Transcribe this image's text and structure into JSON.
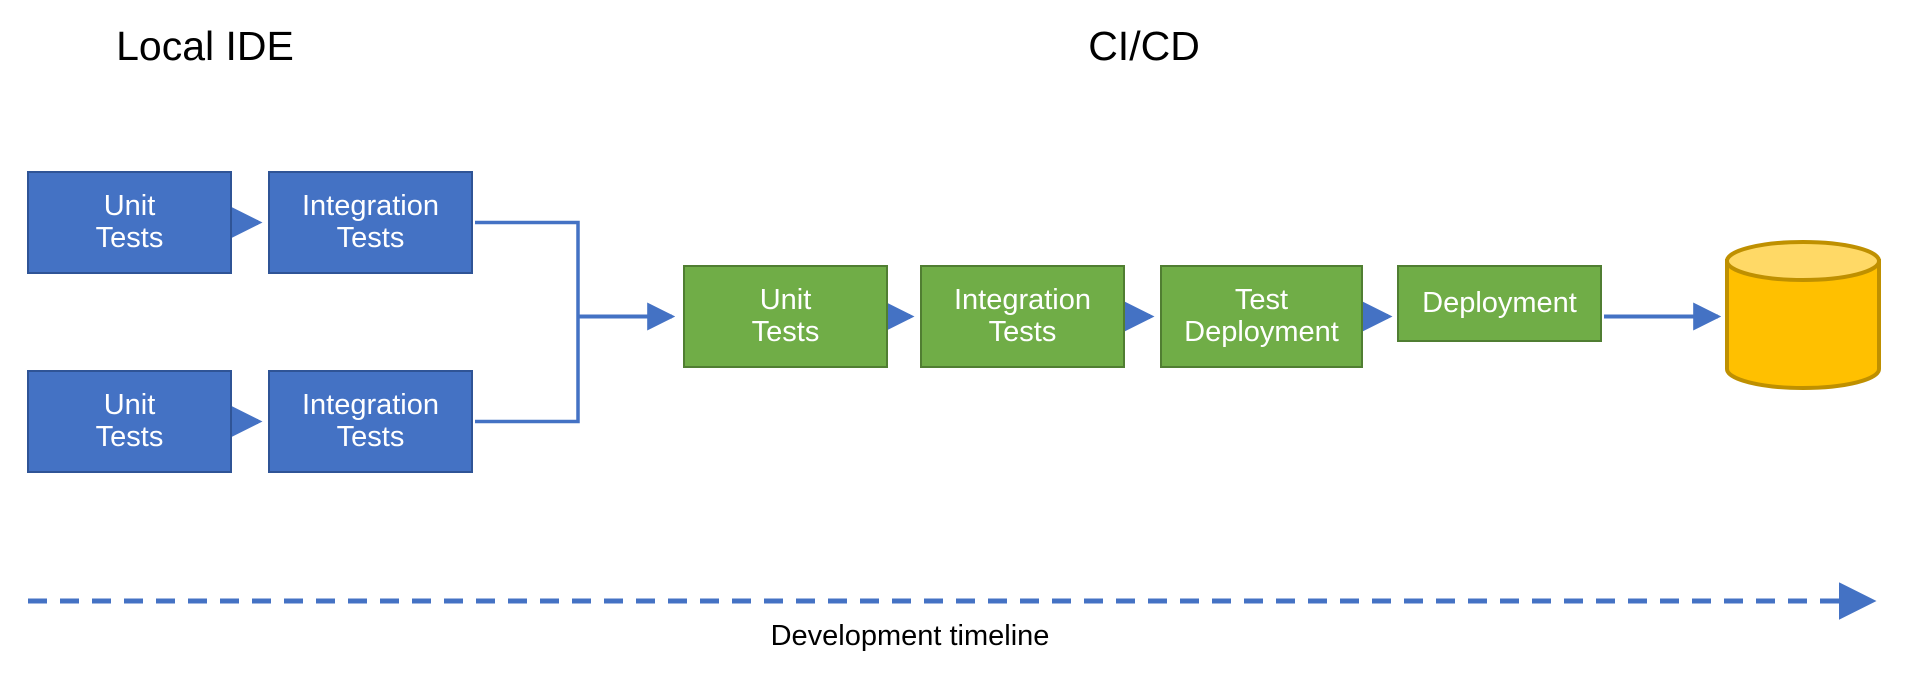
{
  "diagram": {
    "title_local": "Local IDE",
    "title_cicd": "CI/CD",
    "timeline_label": "Development timeline",
    "colors": {
      "blue_fill": "#4472C4",
      "blue_border": "#2F5496",
      "green_fill": "#70AD47",
      "green_border": "#507E32",
      "cylinder_fill": "#FFC000",
      "cylinder_top": "#FFD966",
      "cylinder_border": "#BF9000",
      "arrow": "#4472C4",
      "text_dark": "#000000",
      "text_light": "#FFFFFF",
      "background": "#FFFFFF"
    }
  },
  "local_ide": {
    "rows": [
      {
        "unit_label": "Unit\nTests",
        "integration_label": "Integration\nTests"
      },
      {
        "unit_label": "Unit\nTests",
        "integration_label": "Integration\nTests"
      }
    ]
  },
  "cicd_pipeline": {
    "stages": [
      {
        "label": "Unit\nTests"
      },
      {
        "label": "Integration\nTests"
      },
      {
        "label": "Test\nDeployment"
      },
      {
        "label": "Deployment"
      }
    ],
    "target": {
      "name": "database-cylinder",
      "label": ""
    }
  }
}
